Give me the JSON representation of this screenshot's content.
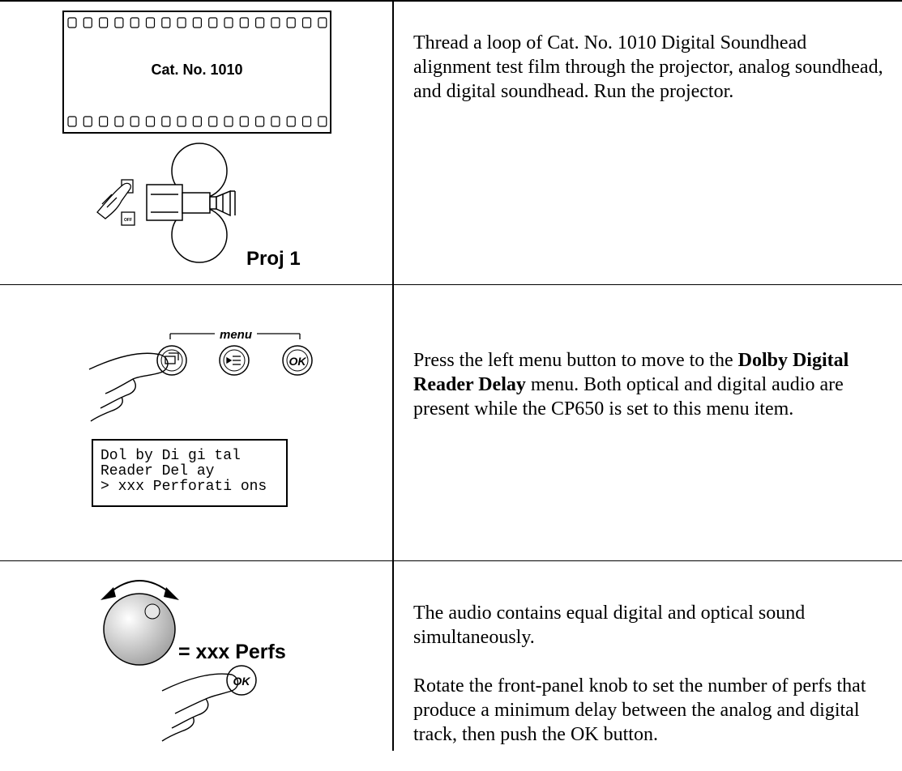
{
  "rows": [
    {
      "figure": {
        "film_label": "Cat. No. 1010",
        "switch_label": "OFF",
        "projector_label": "Proj 1"
      },
      "paragraphs": [
        "Thread a loop of Cat. No. 1010 Digital Soundhead alignment test film through the projector, analog soundhead, and digital soundhead. Run the projector."
      ]
    },
    {
      "figure": {
        "menu_label": "menu",
        "ok_label": "OK",
        "lcd_lines": [
          "Dol by Di gi tal",
          "Reader Del ay",
          "> xxx Perforati ons"
        ]
      },
      "para_before": "Press the left menu button to move to the ",
      "para_bold": "Dolby Digital Reader Delay",
      "para_after": " menu. Both optical and digital audio are present while the CP650 is set to this menu item."
    },
    {
      "figure": {
        "knob_label": "= xxx Perfs",
        "ok_label": "OK"
      },
      "paragraphs": [
        "The audio contains equal digital and optical sound simultaneously.",
        "Rotate the front-panel knob to set the number of perfs that produce a minimum delay between the analog and digital track, then push the OK button."
      ]
    }
  ]
}
